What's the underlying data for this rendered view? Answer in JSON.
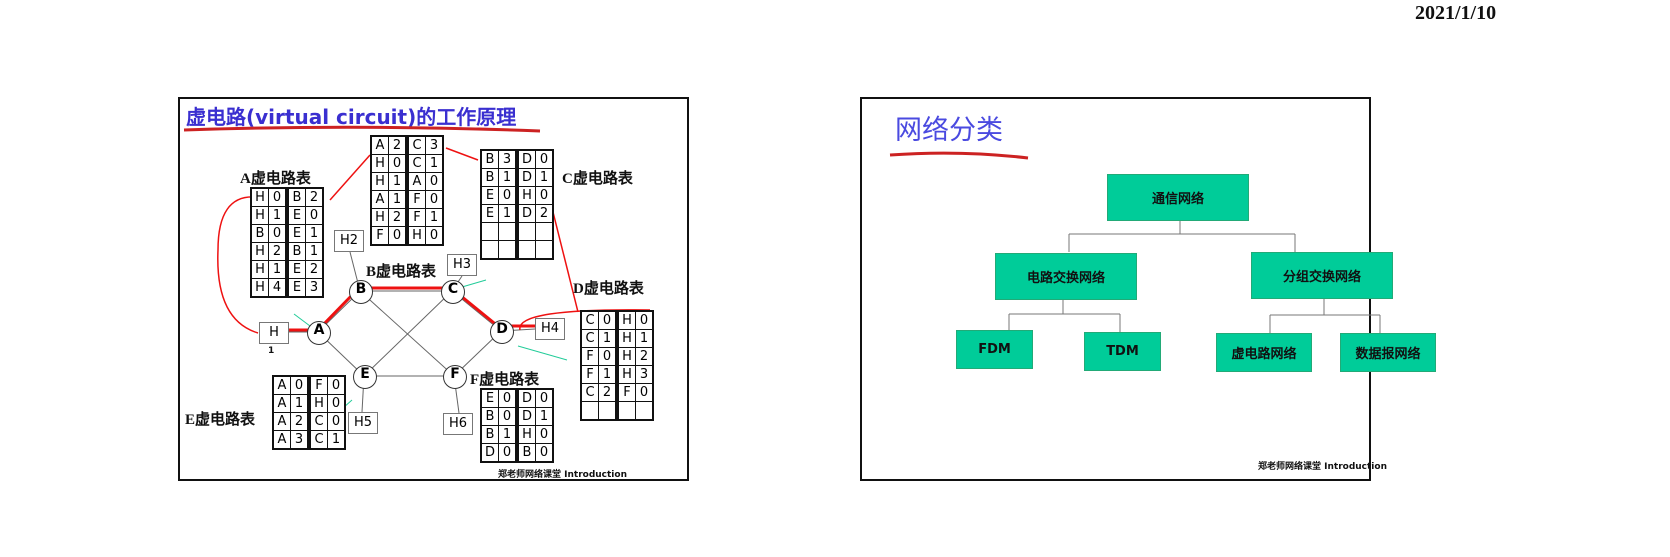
{
  "header": {
    "date": "2021/1/10"
  },
  "slide1": {
    "title": "虚电路(virtual circuit)的工作原理",
    "footer": "郑老师网络课堂  Introduction",
    "host1_sub": "1",
    "nodes": [
      "A",
      "B",
      "C",
      "D",
      "E",
      "F"
    ],
    "hosts": [
      "H",
      "H2",
      "H3",
      "H4",
      "H5",
      "H6"
    ],
    "tables": {
      "A": {
        "label": "A虚电路表",
        "rows": [
          [
            "H",
            "0",
            "B",
            "2"
          ],
          [
            "H",
            "1",
            "E",
            "0"
          ],
          [
            "B",
            "0",
            "E",
            "1"
          ],
          [
            "H",
            "2",
            "B",
            "1"
          ],
          [
            "H",
            "1",
            "E",
            "2"
          ],
          [
            "H",
            "4",
            "E",
            "3"
          ]
        ]
      },
      "B": {
        "label": "B虚电路表",
        "rows": [
          [
            "A",
            "2",
            "C",
            "3"
          ],
          [
            "H",
            "0",
            "C",
            "1"
          ],
          [
            "H",
            "1",
            "A",
            "0"
          ],
          [
            "A",
            "1",
            "F",
            "0"
          ],
          [
            "H",
            "2",
            "F",
            "1"
          ],
          [
            "F",
            "0",
            "H",
            "0"
          ]
        ]
      },
      "C": {
        "label": "C虚电路表",
        "rows": [
          [
            "B",
            "3",
            "D",
            "0"
          ],
          [
            "B",
            "1",
            "D",
            "1"
          ],
          [
            "E",
            "0",
            "H",
            "0"
          ],
          [
            "E",
            "1",
            "D",
            "2"
          ],
          [
            "",
            "",
            "",
            ""
          ],
          [
            "",
            "",
            "",
            ""
          ]
        ]
      },
      "D": {
        "label": "D虚电路表",
        "rows": [
          [
            "C",
            "0",
            "H",
            "0"
          ],
          [
            "C",
            "1",
            "H",
            "1"
          ],
          [
            "F",
            "0",
            "H",
            "2"
          ],
          [
            "F",
            "1",
            "H",
            "3"
          ],
          [
            "C",
            "2",
            "F",
            "0"
          ],
          [
            "",
            "",
            "",
            ""
          ]
        ]
      },
      "E": {
        "label": "E虚电路表",
        "rows": [
          [
            "A",
            "0",
            "F",
            "0"
          ],
          [
            "A",
            "1",
            "H",
            "0"
          ],
          [
            "A",
            "2",
            "C",
            "0"
          ],
          [
            "A",
            "3",
            "C",
            "1"
          ]
        ]
      },
      "F": {
        "label": "F虚电路表",
        "rows": [
          [
            "E",
            "0",
            "D",
            "0"
          ],
          [
            "B",
            "0",
            "D",
            "1"
          ],
          [
            "B",
            "1",
            "H",
            "0"
          ],
          [
            "D",
            "0",
            "B",
            "0"
          ]
        ]
      }
    },
    "colors": {
      "path": "#ee1111",
      "arrow": "#22cc99",
      "title": "#3a2fd0"
    }
  },
  "slide2": {
    "title": "网络分类",
    "root": "通信网络",
    "level2": [
      "电路交换网络",
      "分组交换网络"
    ],
    "level3": [
      "FDM",
      "TDM",
      "虚电路网络",
      "数据报网络"
    ],
    "footer": "郑老师网络课堂  Introduction",
    "colors": {
      "box": "#00cc99",
      "title": "#4a4ae0"
    }
  }
}
